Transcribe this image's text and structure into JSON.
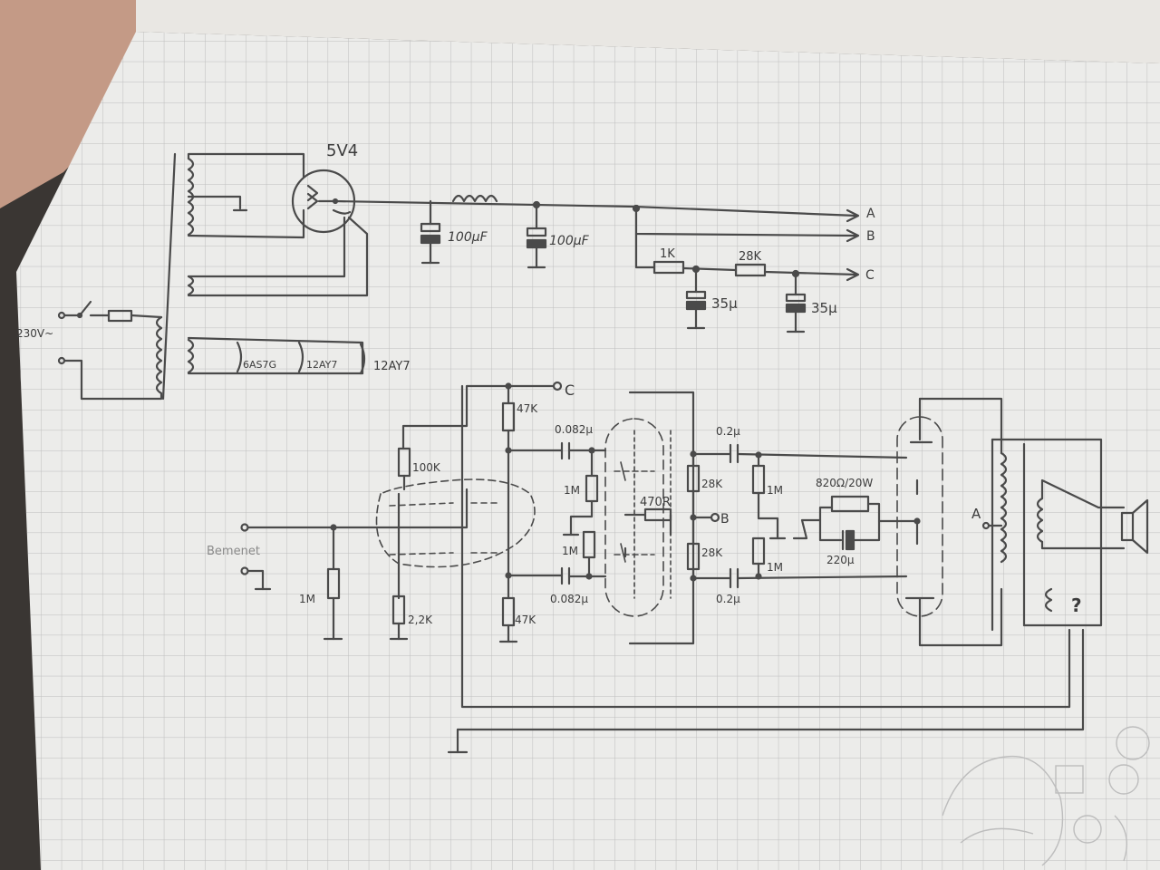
{
  "labels": {
    "rectifier": "5V4",
    "mains": "230V~",
    "cap_100uF_a": "100µF",
    "cap_100uF_b": "100µF",
    "res_1k": "1K",
    "res_28k_top": "28K",
    "cap_35_a": "35µ",
    "cap_35_b": "35µ",
    "rail_a": "A",
    "rail_b": "B",
    "rail_c": "C",
    "tube_6as7g": "6AS7G",
    "tube_12ay7_a": "12AY7",
    "tube_12ay7_b": "12AY7",
    "node_c": "C",
    "res_47k_top": "47K",
    "res_100k": "100K",
    "input_label": "Bemenet",
    "res_1m_in": "1M",
    "res_2_2k": "2,2K",
    "res_47k_bot": "47K",
    "cap_0082_top": "0.082µ",
    "cap_0082_bot": "0.082µ",
    "res_1m_top": "1M",
    "res_1m_bot": "1M",
    "res_470r": "470R",
    "cap_02_top": "0.2µ",
    "cap_02_bot": "0.2µ",
    "res_28k_1": "28K",
    "res_28k_2": "28K",
    "node_b": "B",
    "res_1m_g1": "1M",
    "res_1m_g2": "1M",
    "res_820": "820Ω/20W",
    "cap_220": "220µ",
    "node_a": "A",
    "unknown": "?"
  }
}
